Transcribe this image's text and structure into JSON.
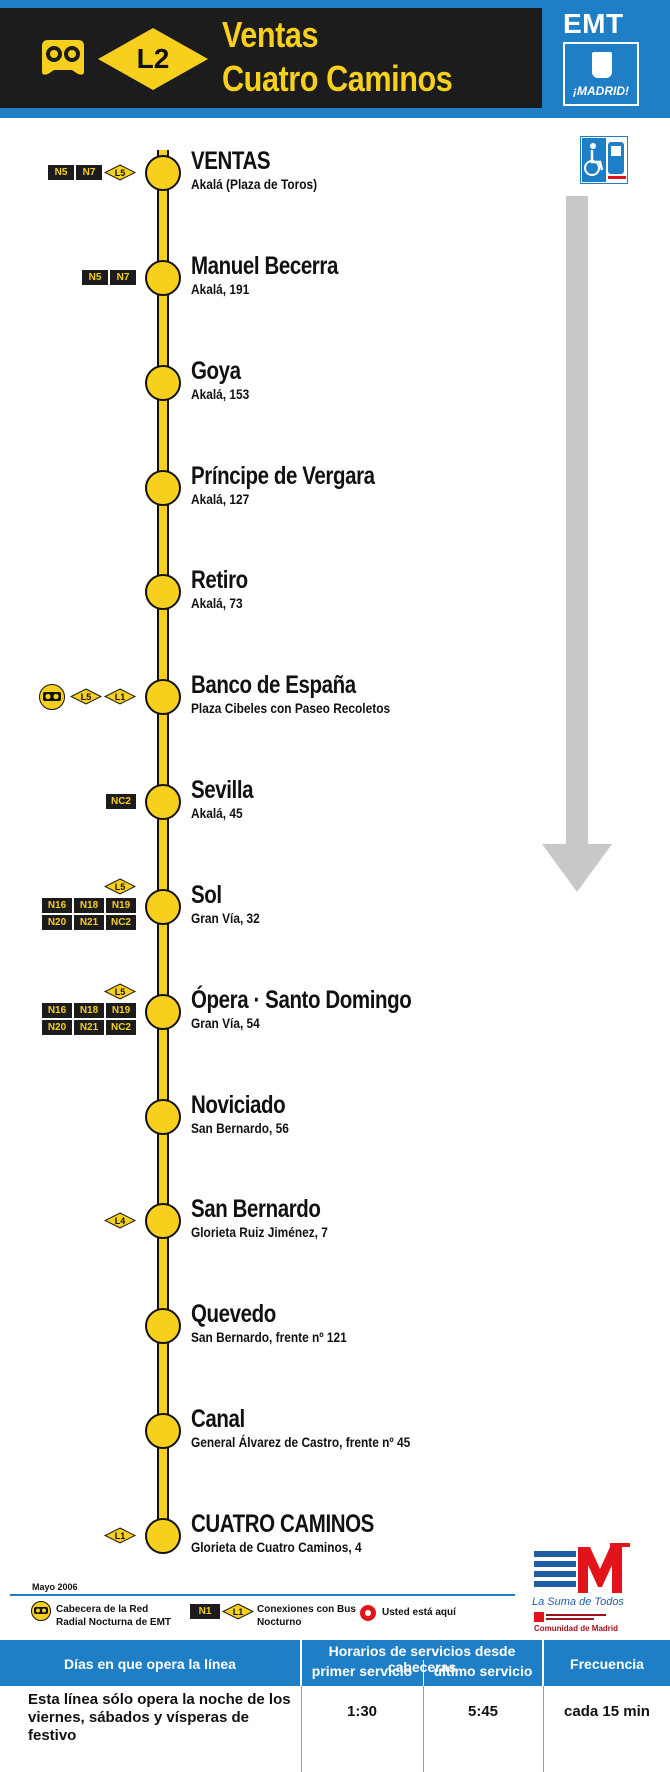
{
  "header": {
    "line_code": "L2",
    "title_line1": "Ventas",
    "title_line2": "Cuatro Caminos",
    "operator": "EMT",
    "city_logo_text": "¡MADRID!"
  },
  "stops": [
    {
      "name": "VENTAS",
      "street": "Akalá (Plaza de Toros)",
      "connections": [
        "N5",
        "N7"
      ],
      "night_lines": [
        "L5"
      ]
    },
    {
      "name": "Manuel Becerra",
      "street": "Akalá, 191",
      "connections": [
        "N5",
        "N7"
      ],
      "night_lines": []
    },
    {
      "name": "Goya",
      "street": "Akalá, 153",
      "connections": [],
      "night_lines": []
    },
    {
      "name": "Príncipe de Vergara",
      "street": "Akalá, 127",
      "connections": [],
      "night_lines": []
    },
    {
      "name": "Retiro",
      "street": "Akalá, 73",
      "connections": [],
      "night_lines": []
    },
    {
      "name": "Banco de España",
      "street": "Plaza Cibeles con Paseo Recoletos",
      "connections": [],
      "night_lines": [
        "L5",
        "L1"
      ]
    },
    {
      "name": "Sevilla",
      "street": "Akalá, 45",
      "connections": [
        "NC2"
      ],
      "night_lines": []
    },
    {
      "name": "Sol",
      "street": "Gran Vía, 32",
      "connections": [
        "N16",
        "N18",
        "N19",
        "N20",
        "N21",
        "NC2"
      ],
      "night_lines": [
        "L5"
      ]
    },
    {
      "name": "Ópera · Santo Domingo",
      "street": "Gran Vía, 54",
      "connections": [
        "N16",
        "N18",
        "N19",
        "N20",
        "N21",
        "NC2"
      ],
      "night_lines": [
        "L5"
      ]
    },
    {
      "name": "Noviciado",
      "street": "San Bernardo, 56",
      "connections": [],
      "night_lines": []
    },
    {
      "name": "San Bernardo",
      "street": "Glorieta Ruiz Jiménez, 7",
      "connections": [],
      "night_lines": [
        "L4"
      ]
    },
    {
      "name": "Quevedo",
      "street": "San Bernardo, frente nº 121",
      "connections": [],
      "night_lines": []
    },
    {
      "name": "Canal",
      "street": "General Álvarez de Castro, frente nº 45",
      "connections": [],
      "night_lines": []
    },
    {
      "name": "CUATRO CAMINOS",
      "street": "Glorieta de Cuatro Caminos, 4",
      "connections": [],
      "night_lines": [
        "L1"
      ]
    }
  ],
  "footer": {
    "date": "Mayo 2006",
    "legend_hub": "Cabecera de la Red Radial Nocturna de EMT",
    "legend_n": "N1",
    "legend_l": "L1",
    "legend_connections": "Conexiones con Bus Nocturno",
    "legend_here": "Usted está aquí",
    "metro_tagline": "La Suma de Todos",
    "region": "Comunidad de Madrid"
  },
  "table": {
    "col_days": "Días en que opera la línea",
    "col_hours": "Horarios de servicios desde cabeceras",
    "col_first": "primer servicio",
    "col_last": "último servicio",
    "col_freq": "Frecuencia",
    "days": "Esta línea sólo opera la noche de los viernes, sábados y vísperas de festivo",
    "first": "1:30",
    "last": "5:45",
    "freq": "cada 15 min"
  },
  "colors": {
    "yellow": "#f7cf1d",
    "blue": "#1f7fc6",
    "black": "#1c1c1c",
    "arrow": "#c8c8c8",
    "red": "#e3131b"
  }
}
